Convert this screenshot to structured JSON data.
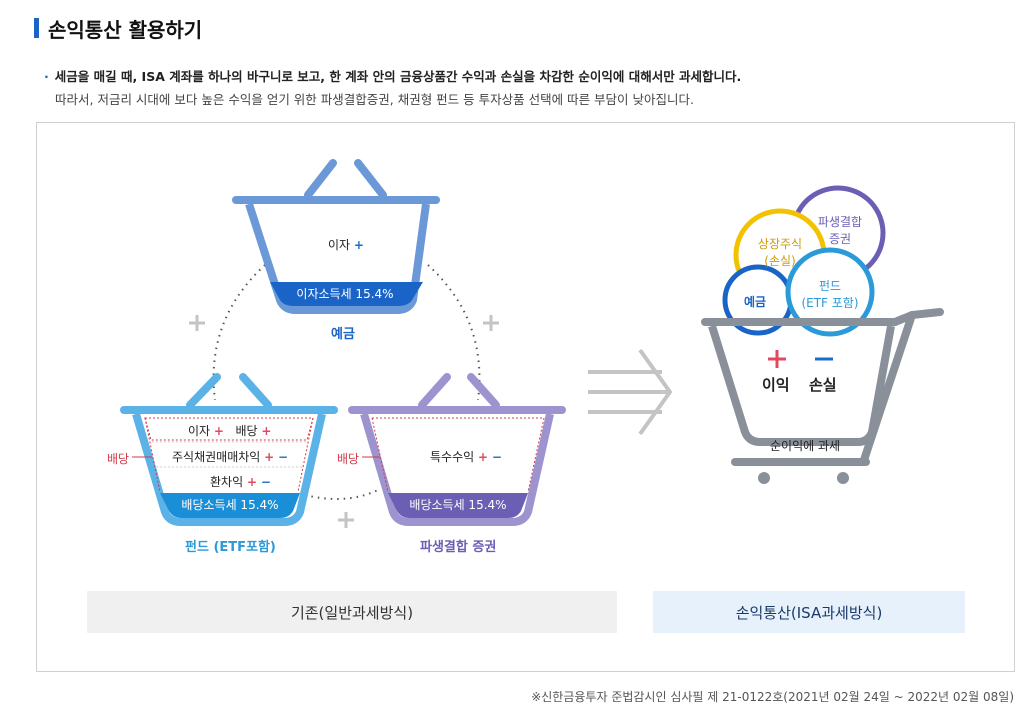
{
  "header": {
    "title": "손익통산 활용하기",
    "desc_bold": "세금을 매길 때, ISA 계좌를 하나의 바구니로 보고, 한 계좌 안의 금융상품간 수익과 손실을 차감한 순이익에 대해서만 과세합니다.",
    "desc_normal": "따라서, 저금리 시대에 보다 높은 수익을 얻기 위한 파생결합증권, 채권형 펀드 등 투자상품 선택에 따른 부담이 낮아집니다."
  },
  "deposit": {
    "item": "이자",
    "tax": "이자소득세 15.4%",
    "title": "예금"
  },
  "fund": {
    "row1a": "이자",
    "row1b": "배당",
    "row2": "주식채권매매차익",
    "row3": "환차익",
    "side": "배당",
    "tax": "배당소득세 15.4%",
    "title": "펀드 (ETF포함)"
  },
  "derivative": {
    "item": "특수수익",
    "side": "배당",
    "tax": "배당소득세 15.4%",
    "title": "파생결합 증권"
  },
  "cart": {
    "bubble_stock": "상장주식\n(손실)",
    "bubble_stock_l1": "상장주식",
    "bubble_stock_l2": "(손실)",
    "bubble_deriv_l1": "파생결합",
    "bubble_deriv_l2": "증권",
    "bubble_deposit": "예금",
    "bubble_fund_l1": "펀드",
    "bubble_fund_l2": "(ETF 포함)",
    "gain": "이익",
    "loss": "손실",
    "caption": "순이익에 과세"
  },
  "symbols": {
    "plus": "+",
    "minus": "−"
  },
  "boxes": {
    "left": "기존(일반과세방식)",
    "right": "손익통산(ISA과세방식)"
  },
  "footnote": "※신한금융투자 준법감시인 심사필 제 21-0122호(2021년 02월 24일 ~ 2022년 02월 08일)",
  "colors": {
    "deposit": "#6b98d6",
    "fund": "#5ab2e6",
    "derivative": "#9c93cf",
    "accent": "#1a64c8"
  }
}
